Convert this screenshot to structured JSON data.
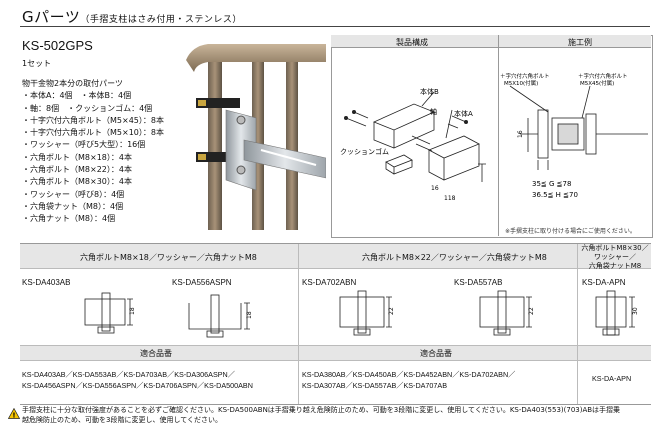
{
  "header": {
    "title": "Gパーツ",
    "subtitle": "（手摺支柱はさみ付用・ステンレス）"
  },
  "product": {
    "model": "KS-502GPS",
    "set": "1セット",
    "parts": [
      "物干金物2本分の取付パーツ",
      "・本体A：4個　・本体B：4個",
      "・軸：8個　・クッションゴム：4個",
      "・十字穴付六角ボルト（M5×45）：8本",
      "・十字穴付六角ボルト（M5×10）：8本",
      "・ワッシャー（呼び5大型）：16個",
      "・六角ボルト（M8×18）：4本",
      "・六角ボルト（M8×22）：4本",
      "・六角ボルト（M8×30）：4本",
      "・ワッシャー（呼び8）：4個",
      "・六角袋ナット（M8）：4個",
      "・六角ナット（M8）：4個"
    ]
  },
  "diagram": {
    "composition_title": "製品構成",
    "install_title": "施工例",
    "labels": {
      "body_b": "本体B",
      "shaft": "軸",
      "body_a": "本体A",
      "cushion": "クッションゴム"
    },
    "dims_comp": {
      "d1": "16",
      "d2": "118"
    },
    "install_labels": {
      "bolt1": "＋字穴付六角ボルト",
      "bolt1_size": "M5X10(付属)",
      "bolt2": "＋字穴付六角ボルト",
      "bolt2_size": "M5X45(付属)"
    },
    "dims_install": {
      "d1": "16",
      "g": "35≦ G ≦78",
      "h": "36.5≦ H ≦70"
    },
    "note": "※手摺支柱に取り付ける場合にご使用ください。"
  },
  "table": {
    "groups": [
      {
        "header": "六角ボルトM8×18／ワッシャー／六角ナットM8",
        "models": [
          "KS-DA403AB",
          "KS-DA556ASPN"
        ],
        "dims": [
          "18",
          "18"
        ]
      },
      {
        "header": "六角ボルトM8×22／ワッシャー／六角袋ナットM8",
        "models": [
          "KS-DA702ABN",
          "KS-DA557AB"
        ],
        "dims": [
          "22",
          "22"
        ]
      },
      {
        "header_lines": [
          "六角ボルトM8×30／",
          "ワッシャー／",
          "六角袋ナットM8"
        ],
        "models": [
          "KS-DA-APN"
        ],
        "dims": [
          "30"
        ]
      }
    ],
    "compat_label": "適合品番",
    "compat": [
      [
        "KS-DA403AB／KS-DA553AB／KS-DA703AB／KS-DA306ASPN／",
        "KS-DA456ASPN／KS-DA556ASPN／KS-DA706ASPN／KS-DA500ABN"
      ],
      [
        "KS-DA380AB／KS-DA450AB／KS-DA452ABN／KS-DA702ABN／",
        "KS-DA307AB／KS-DA557AB／KS-DA707AB"
      ],
      [
        "KS-DA-APN"
      ]
    ]
  },
  "warning": {
    "line1": "手摺支柱に十分な取付強度があることを必ずご確認ください。KS-DA500ABNは手摺乗り越え危険防止のため、可動を3段階に変更し、使用してください。KS-DA403(553)(703)ABは手摺乗",
    "line2": "越危険防止のため、可動を3段階に変更し、使用してください。"
  }
}
